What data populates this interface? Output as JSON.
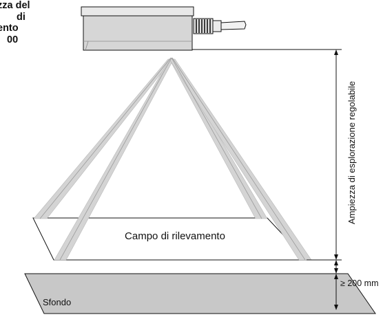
{
  "heading_fragment": [
    "zza del",
    "di",
    "ento",
    "00"
  ],
  "labels": {
    "adjustable_range": "Ampiezza di esplorazione regolabile",
    "min_distance": "≥ 200 mm",
    "detection_field": "Campo di rilevamento",
    "background": "Sfondo"
  },
  "colors": {
    "sensor_body": "#d6d6d6",
    "sensor_face": "#e6e6e6",
    "beam": "#d4d4d4",
    "background_plate": "#c8c8c8",
    "line": "#111111"
  }
}
